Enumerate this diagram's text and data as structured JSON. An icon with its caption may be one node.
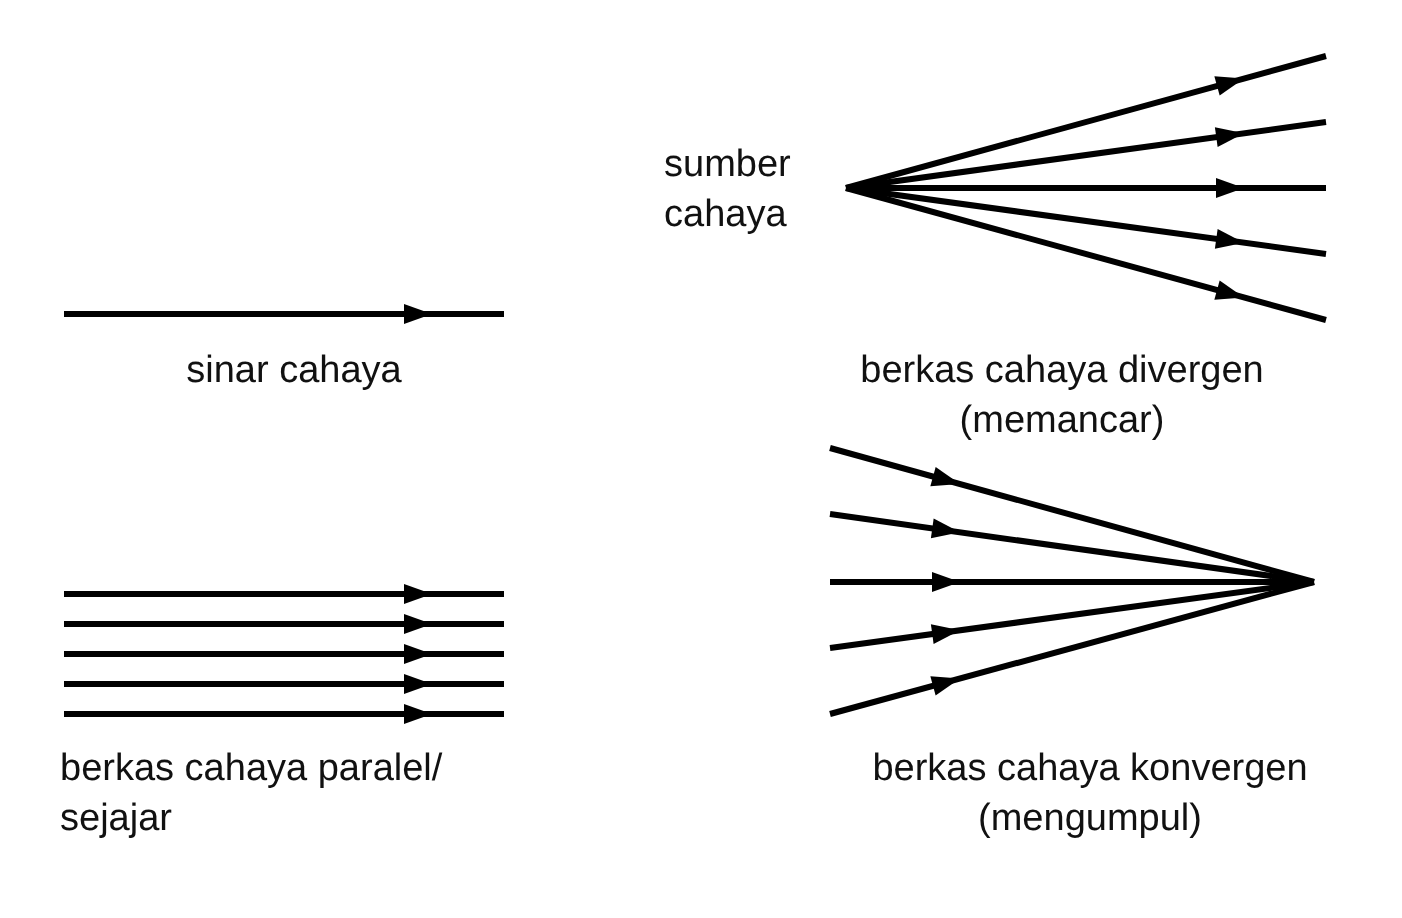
{
  "diagram": {
    "labels": [
      "sumber cahaya",
      "sinar cahaya",
      "berkas cahaya divergen (memancar)",
      "berkas cahaya paralel/ sejajar",
      "berkas cahaya konvergen (mengumpul)"
    ]
  }
}
